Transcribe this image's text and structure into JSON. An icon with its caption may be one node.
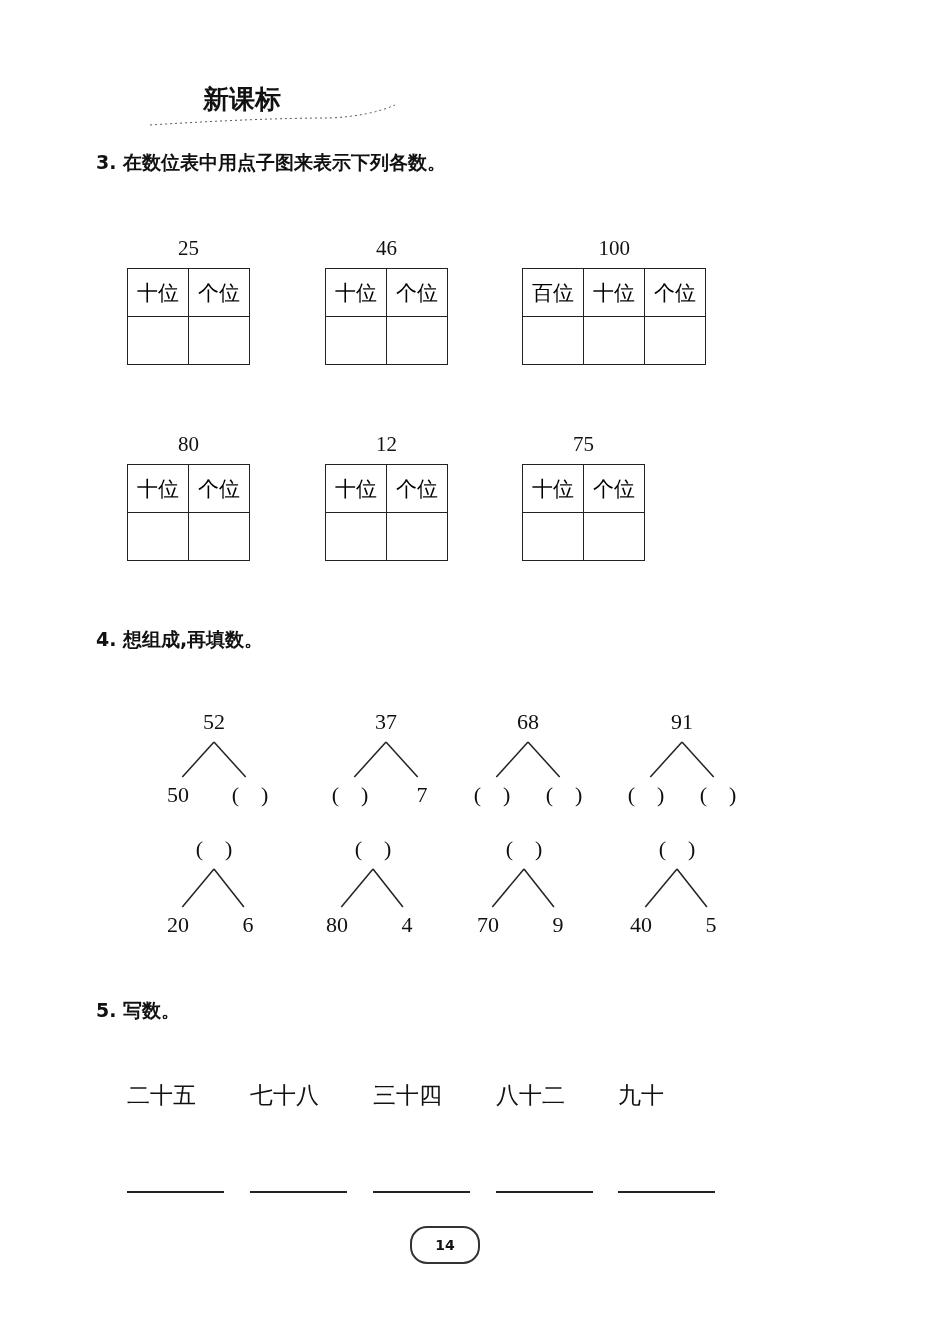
{
  "diagram": {
    "title": "新课标",
    "nodes": [
      {
        "text": [
          "52"
        ]
      },
      {
        "text": [
          "50"
        ]
      },
      {
        "text": [
          "(　)"
        ]
      },
      {
        "text": [
          "37"
        ]
      },
      {
        "text": [
          "(　)"
        ]
      },
      {
        "text": [
          "7"
        ]
      },
      {
        "text": [
          "68"
        ]
      },
      {
        "text": [
          "(　)"
        ]
      },
      {
        "text": [
          "(　)"
        ]
      },
      {
        "text": [
          "91"
        ]
      },
      {
        "text": [
          "(　)"
        ]
      },
      {
        "text": [
          "(　)"
        ]
      },
      {
        "text": [
          "(　)"
        ]
      },
      {
        "text": [
          "20"
        ]
      },
      {
        "text": [
          "6"
        ]
      },
      {
        "text": [
          "(　)"
        ]
      },
      {
        "text": [
          "80"
        ]
      },
      {
        "text": [
          "4"
        ]
      },
      {
        "text": [
          "(　)"
        ]
      },
      {
        "text": [
          "70"
        ]
      },
      {
        "text": [
          "9"
        ]
      },
      {
        "text": [
          "(　)"
        ]
      },
      {
        "text": [
          "40"
        ]
      },
      {
        "text": [
          "5"
        ]
      }
    ],
    "edges": [
      {
        "from": 0,
        "to": 1,
        "arrow": "none"
      },
      {
        "from": 0,
        "to": 2,
        "arrow": "none"
      },
      {
        "from": 3,
        "to": 4,
        "arrow": "none"
      },
      {
        "from": 3,
        "to": 5,
        "arrow": "none"
      },
      {
        "from": 6,
        "to": 7,
        "arrow": "none"
      },
      {
        "from": 6,
        "to": 8,
        "arrow": "none"
      },
      {
        "from": 9,
        "to": 10,
        "arrow": "none"
      },
      {
        "from": 9,
        "to": 11,
        "arrow": "none"
      },
      {
        "from": 12,
        "to": 13,
        "arrow": "none"
      },
      {
        "from": 12,
        "to": 14,
        "arrow": "none"
      },
      {
        "from": 15,
        "to": 16,
        "arrow": "none"
      },
      {
        "from": 15,
        "to": 17,
        "arrow": "none"
      },
      {
        "from": 18,
        "to": 19,
        "arrow": "none"
      },
      {
        "from": 18,
        "to": 20,
        "arrow": "none"
      },
      {
        "from": 21,
        "to": 22,
        "arrow": "none"
      },
      {
        "from": 21,
        "to": 23,
        "arrow": "none"
      }
    ],
    "labels": [
      "3. 在数位表中用点子图来表示下列各数。",
      "25",
      "十位",
      "个位",
      "46",
      "十位",
      "个位",
      "100",
      "百位",
      "十位",
      "个位",
      "80",
      "十位",
      "个位",
      "12",
      "十位",
      "个位",
      "75",
      "十位",
      "个位",
      "4. 想组成,再填数。",
      "5. 写数。",
      "二十五",
      "七十八",
      "三十四",
      "八十二",
      "九十",
      "14"
    ]
  }
}
